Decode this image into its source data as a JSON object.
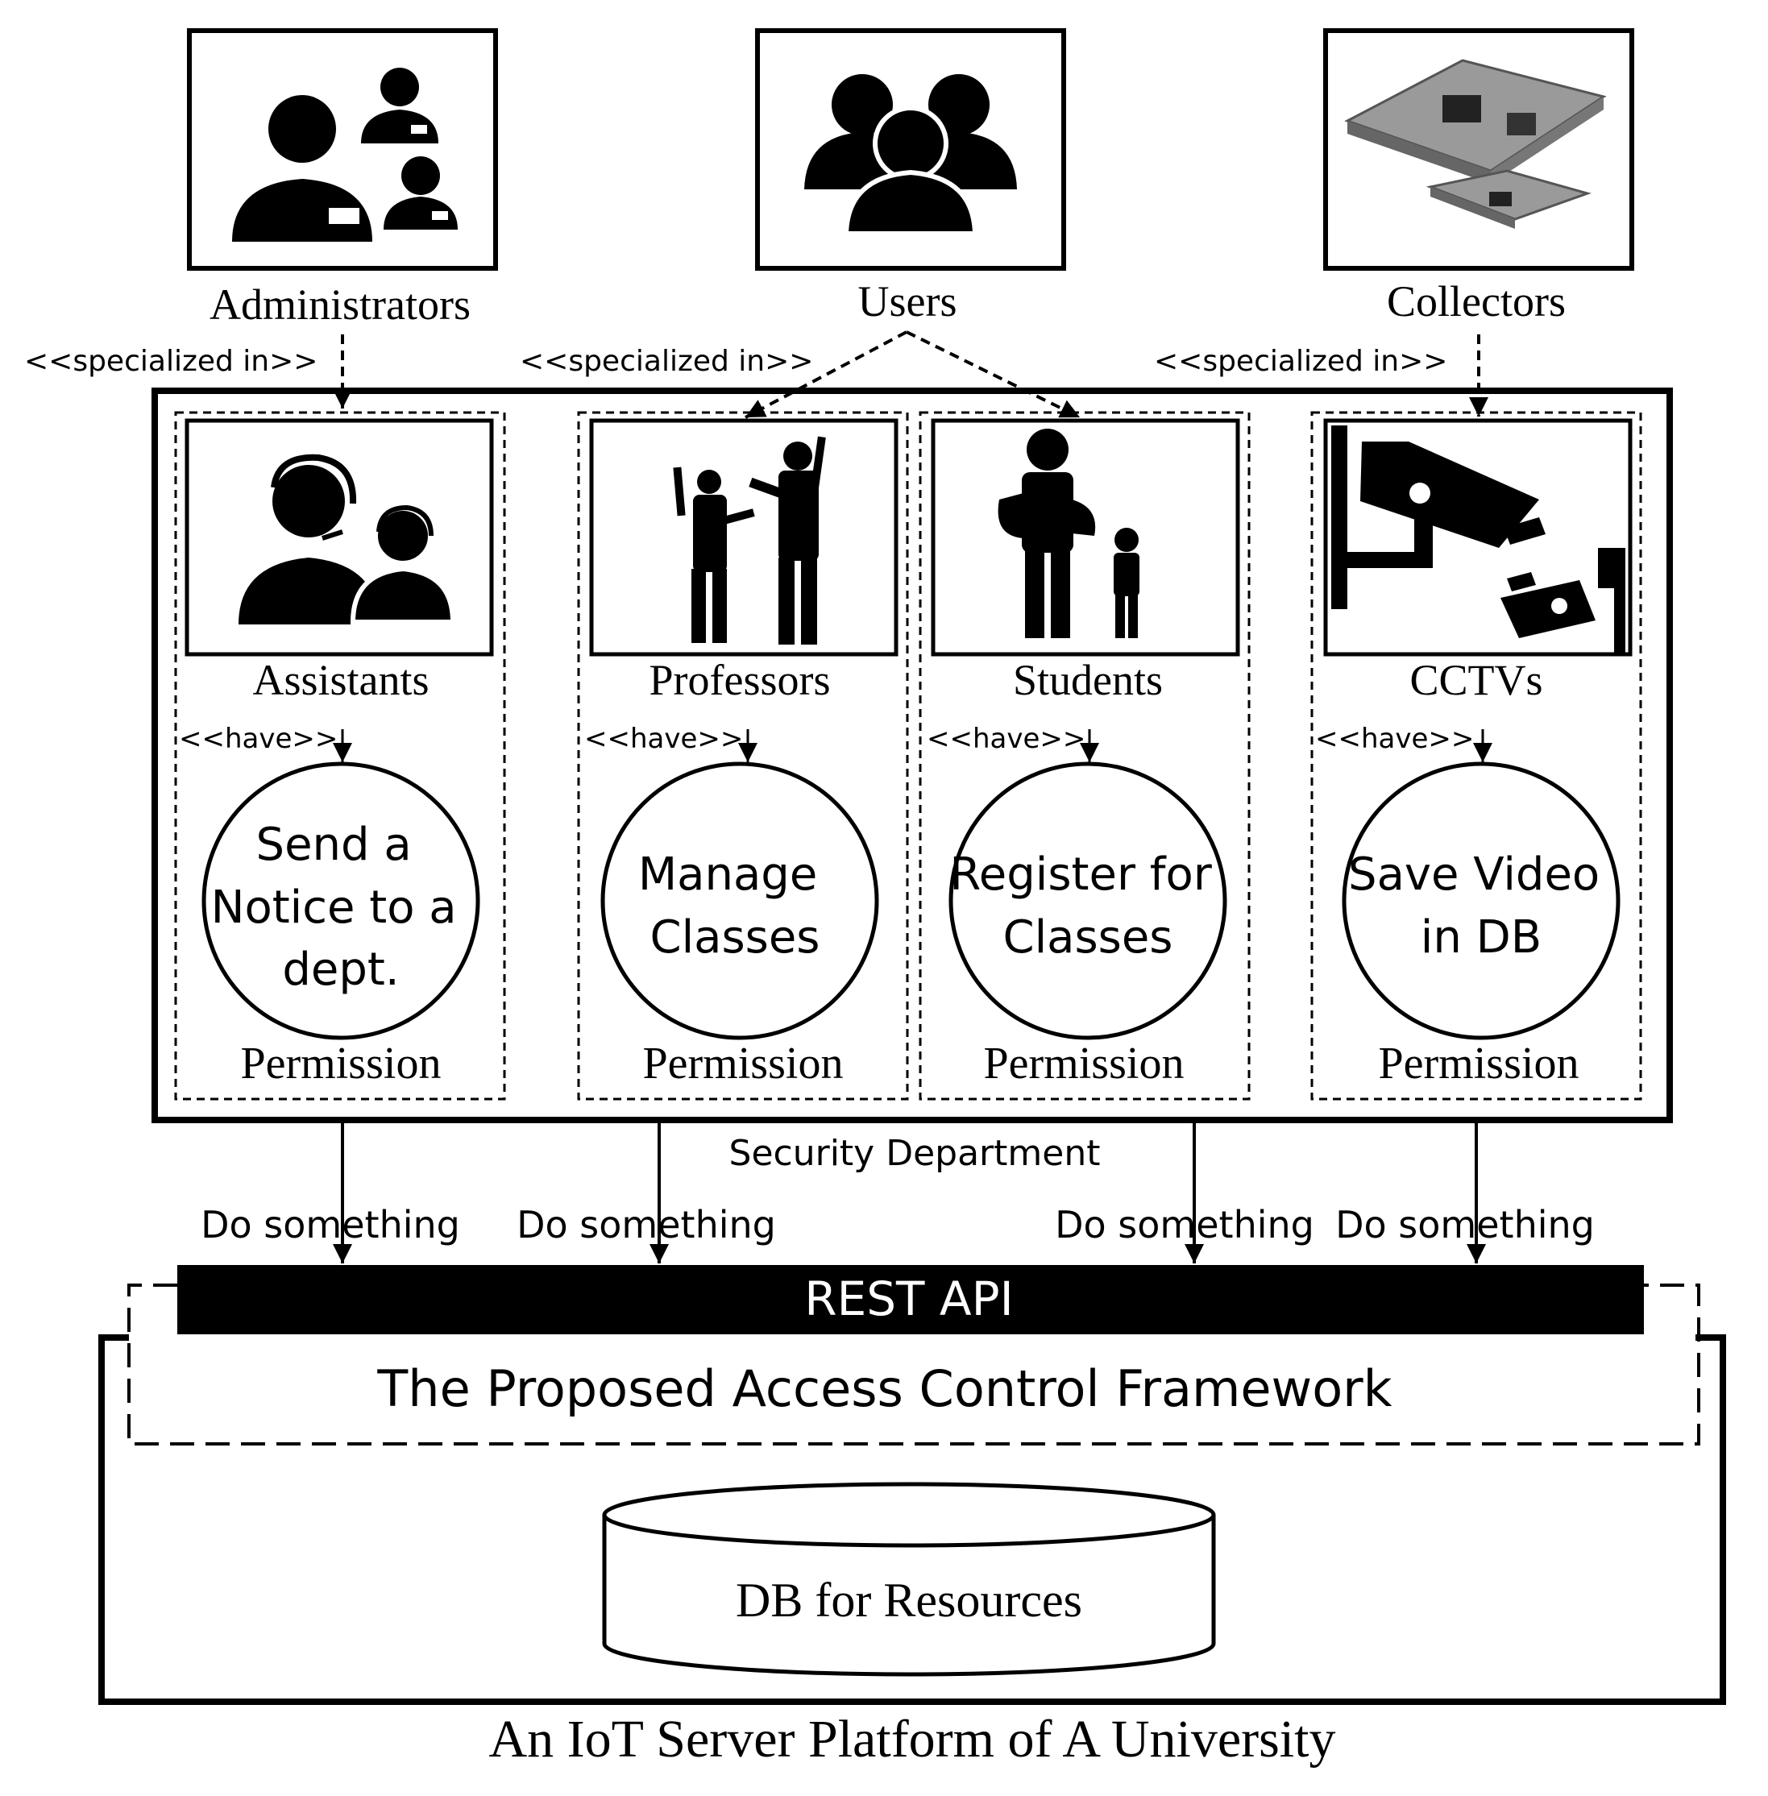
{
  "colors": {
    "ink": "#000000",
    "paper": "#ffffff",
    "device_gray": "#8a8a8a"
  },
  "top_actors": [
    {
      "label": "Administrators",
      "icon": "administrators-icon"
    },
    {
      "label": "Users",
      "icon": "users-group-icon"
    },
    {
      "label": "Collectors",
      "icon": "iot-board-icon"
    }
  ],
  "specialized_labels": [
    "<<specialized in>>",
    "<<specialized in>>",
    "<<specialized in>>"
  ],
  "roles": [
    {
      "label": "Assistants",
      "icon": "assistants-headset-icon",
      "have": "<<have>>",
      "permission_lines": [
        "Send a",
        "Notice to a",
        "dept."
      ],
      "permission": "Permission",
      "action": "Do something"
    },
    {
      "label": "Professors",
      "icon": "professors-icon",
      "have": "<<have>>",
      "permission_lines": [
        "Manage",
        "Classes"
      ],
      "permission": "Permission",
      "action": "Do something"
    },
    {
      "label": "Students",
      "icon": "students-icon",
      "have": "<<have>>",
      "permission_lines": [
        "Register for",
        "Classes"
      ],
      "permission": "Permission",
      "action": "Do something"
    },
    {
      "label": "CCTVs",
      "icon": "cctv-camera-icon",
      "have": "<<have>>",
      "permission_lines": [
        "Save Video",
        "in DB"
      ],
      "permission": "Permission",
      "action": "Do something"
    }
  ],
  "security_department": "Security Department",
  "rest_api": "REST API",
  "framework": "The Proposed Access Control Framework",
  "database": "DB for Resources",
  "platform": "An IoT Server Platform of A University"
}
